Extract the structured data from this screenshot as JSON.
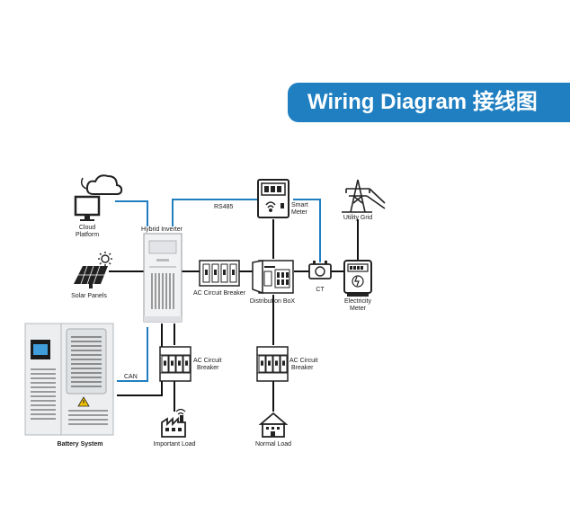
{
  "banner": {
    "title": "Wiring Diagram 接线图"
  },
  "colors": {
    "banner": "#1f7fc1",
    "comm_line": "#1f7fc1",
    "power_line": "#111111"
  },
  "labels": {
    "cloud_line1": "Cloud",
    "cloud_line2": "Platform",
    "hybrid_inverter": "Hybrid Inverter",
    "rs485": "RS485",
    "smart_meter_line1": "Smart",
    "smart_meter_line2": "Meter",
    "utility_grid": "Utility Grid",
    "solar_panels": "Solar Panels",
    "ac_breaker_main": "AC Circuit Breaker",
    "distribution_box": "Distribution BoX",
    "ct": "CT",
    "electricity_meter_line1": "Electricity",
    "electricity_meter_line2": "Meter",
    "can": "CAN",
    "ac_breaker_left_line1": "AC Circuit",
    "ac_breaker_left_line2": "Breaker",
    "ac_breaker_right_line1": "AC Circuit",
    "ac_breaker_right_line2": "Breaker",
    "battery_system": "Battery System",
    "important_load": "Important Load",
    "normal_load": "Normal Load"
  },
  "icons": [
    "cloud-icon",
    "monitor-icon",
    "solar-panel-icon",
    "sun-icon",
    "inverter-icon",
    "smart-meter-icon",
    "wifi-icon",
    "transmission-tower-icon",
    "distribution-box-icon",
    "ct-icon",
    "electricity-meter-icon",
    "breaker-icon",
    "factory-icon",
    "house-icon",
    "battery-cabinet-icon",
    "warning-icon"
  ]
}
